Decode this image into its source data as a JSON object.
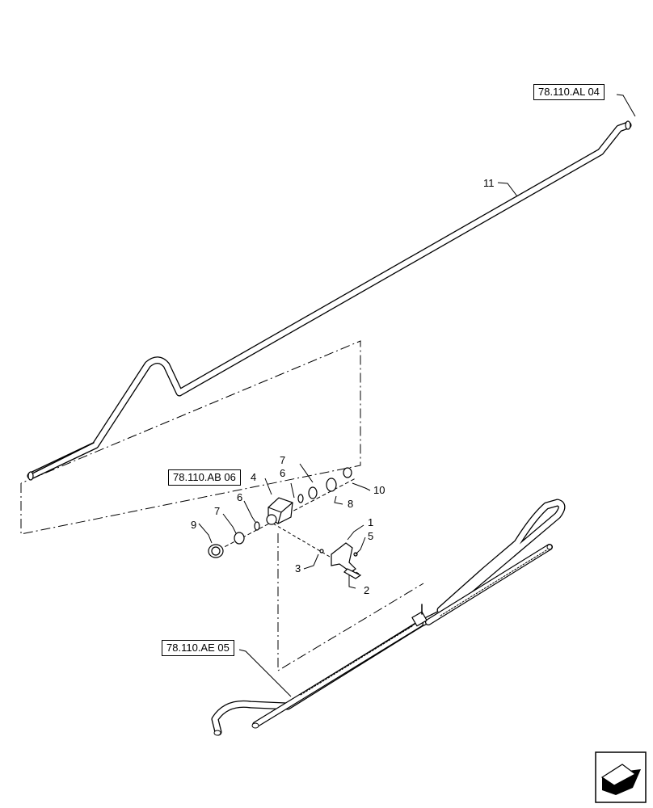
{
  "references": {
    "al04": "78.110.AL 04",
    "ab06": "78.110.AB 06",
    "ae05": "78.110.AE 05"
  },
  "callouts": {
    "c1": "1",
    "c2": "2",
    "c3": "3",
    "c4": "4",
    "c5": "5",
    "c6a": "6",
    "c6b": "6",
    "c7a": "7",
    "c7b": "7",
    "c8": "8",
    "c9": "9",
    "c10": "10",
    "c11": "11"
  },
  "icons": {
    "navigation": "arrow-next-page-icon"
  }
}
